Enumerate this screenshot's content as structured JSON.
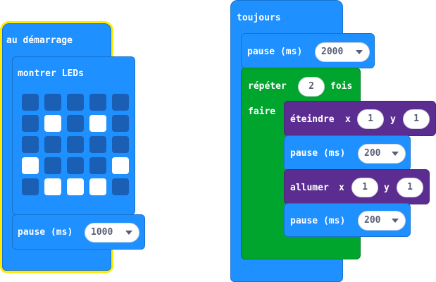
{
  "on_start": {
    "label": "au démarrage",
    "show_leds": {
      "label": "montrer LEDs",
      "grid": [
        [
          false,
          false,
          false,
          false,
          false
        ],
        [
          false,
          true,
          false,
          true,
          false
        ],
        [
          false,
          false,
          false,
          false,
          false
        ],
        [
          true,
          false,
          false,
          false,
          true
        ],
        [
          false,
          true,
          true,
          true,
          false
        ]
      ]
    },
    "pause": {
      "label": "pause (ms)",
      "value": "1000"
    }
  },
  "forever": {
    "label": "toujours",
    "pause": {
      "label": "pause (ms)",
      "value": "2000"
    },
    "repeat": {
      "label": "répéter",
      "times": "2",
      "suffix": "fois",
      "do_label": "faire",
      "body": [
        {
          "type": "unplot",
          "label": "éteindre",
          "x_label": "x",
          "x": "1",
          "y_label": "y",
          "y": "1"
        },
        {
          "type": "pause",
          "label": "pause (ms)",
          "value": "200"
        },
        {
          "type": "plot",
          "label": "allumer",
          "x_label": "x",
          "x": "1",
          "y_label": "y",
          "y": "1"
        },
        {
          "type": "pause",
          "label": "pause (ms)",
          "value": "200"
        }
      ]
    }
  },
  "colors": {
    "basic": "#1e90ff",
    "loops": "#00a52e",
    "led": "#5c2d91",
    "selection": "#ffeb00",
    "led_off": "#1a5fb4",
    "led_on": "#ffffff"
  },
  "icons": {
    "dropdown": "caret-down-icon"
  }
}
